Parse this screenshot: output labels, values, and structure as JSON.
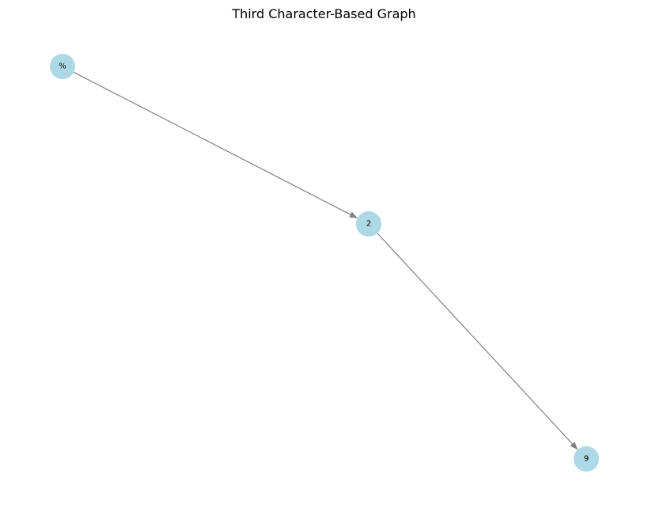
{
  "title": "Third Character-Based Graph",
  "colors": {
    "node_fill": "#add8e6",
    "edge": "#808080",
    "label": "#000000",
    "background": "#ffffff"
  },
  "nodes": [
    {
      "id": "n1",
      "label": "%"
    },
    {
      "id": "n2",
      "label": "2"
    },
    {
      "id": "n3",
      "label": "9"
    }
  ],
  "edges": [
    {
      "from": "n1",
      "to": "n2",
      "directed": true
    },
    {
      "from": "n2",
      "to": "n3",
      "directed": true
    }
  ]
}
